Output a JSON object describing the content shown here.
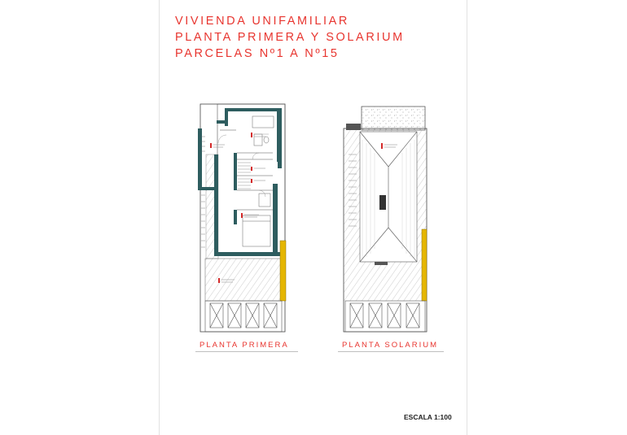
{
  "title": {
    "line1": "VIVIENDA UNIFAMILIAR",
    "line2": "PLANTA PRIMERA Y SOLARIUM",
    "line3": "PARCELAS Nº1 A Nº15"
  },
  "captions": {
    "first_floor": "PLANTA PRIMERA",
    "solarium": "PLANTA SOLARIUM"
  },
  "scale": "ESCALA 1:100",
  "colors": {
    "title_red": "#e8352f",
    "wall_teal": "#2e5d5f",
    "balcony_yellow": "#e5b600",
    "room_tag_red": "#d42a2a"
  }
}
